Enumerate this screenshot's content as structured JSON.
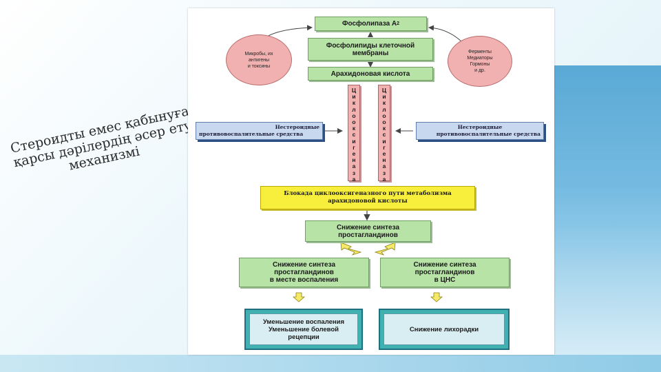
{
  "caption": {
    "line1": "Стероидты емес қабынуға",
    "line2": "қарсы дәрілердің әсер ету",
    "line3": "механизмі"
  },
  "diagram": {
    "phospholipase": "Фосфолипаза А",
    "phospholipase_sub": "2",
    "membrane_line1": "Фосфолипиды клеточной",
    "membrane_line2": "мембраны",
    "arachidonic": "Арахидоновая кислота",
    "left_ellipse_l1": "Микробы, их",
    "left_ellipse_l2": "антигены",
    "left_ellipse_l3": "и токсины",
    "right_ellipse_l1": "Ферменты",
    "right_ellipse_l2": "Медиаторы",
    "right_ellipse_l3": "Гормоны",
    "right_ellipse_l4": "и др.",
    "cyclo_letters": [
      "Ц",
      "и",
      "к",
      "л",
      "о",
      "о",
      "к",
      "с",
      "и",
      "г",
      "е",
      "н",
      "а",
      "з",
      "а"
    ],
    "nsaid_left_l1": "Нестероидные",
    "nsaid_left_l2": "противовоспалительные средства",
    "nsaid_right_l1": "Нестероидные",
    "nsaid_right_l2": "противовоспалительные средства",
    "blockade_l1": "Блокада циклооксигеназного пути метаболизма",
    "blockade_l2": "арахидоновой кислоты",
    "reduction_l1": "Снижение синтеза",
    "reduction_l2": "простагландинов",
    "left_branch_l1": "Снижение синтеза",
    "left_branch_l2": "простагландинов",
    "left_branch_l3": "в месте воспаления",
    "right_branch_l1": "Снижение синтеза",
    "right_branch_l2": "простагландинов",
    "right_branch_l3": "в ЦНС",
    "outcome_left_l1": "Уменьшение воспаления",
    "outcome_left_l2": "Уменьшение болевой",
    "outcome_left_l3": "рецепции",
    "outcome_right": "Снижение лихорадки"
  }
}
